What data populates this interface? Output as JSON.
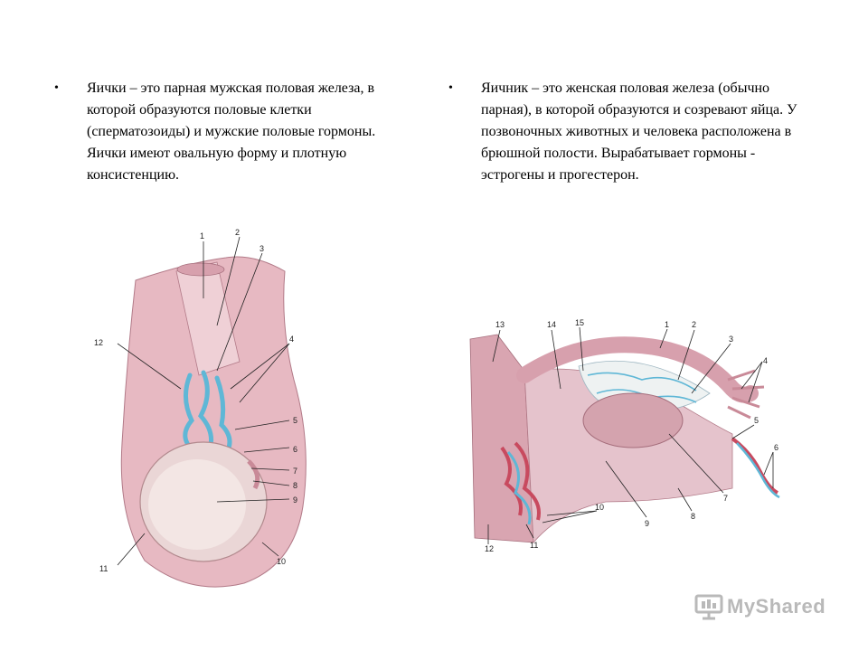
{
  "left_column": {
    "bullet": "•",
    "text": "Яички – это парная мужская половая железа, в которой образуются половые клетки (сперматозоиды) и мужские половые гормоны. Яички имеют овальную форму и плотную консистенцию."
  },
  "right_column": {
    "bullet": "•",
    "text": "Яичник – это женская половая железа (обычно парная), в которой образуются и созревают яйца. У позвоночных животных и человека расположена в брюшной полости. Вырабатывает гормоны - эстрогены и прогестерон."
  },
  "testis_figure": {
    "labels": [
      "1",
      "2",
      "3",
      "4",
      "5",
      "6",
      "7",
      "8",
      "9",
      "10",
      "11",
      "12"
    ]
  },
  "ovary_figure": {
    "labels": [
      "1",
      "2",
      "3",
      "4",
      "5",
      "6",
      "7",
      "8",
      "9",
      "10",
      "11",
      "12",
      "13",
      "14",
      "15"
    ]
  },
  "watermark": {
    "brand": "MyShared",
    "icon": "presentation-screen-icon"
  },
  "colors": {
    "tissue": "#e3b3bd",
    "tissue_dark": "#c98a98",
    "vessel": "#5fb7d6",
    "capsule": "#efd5d2"
  }
}
